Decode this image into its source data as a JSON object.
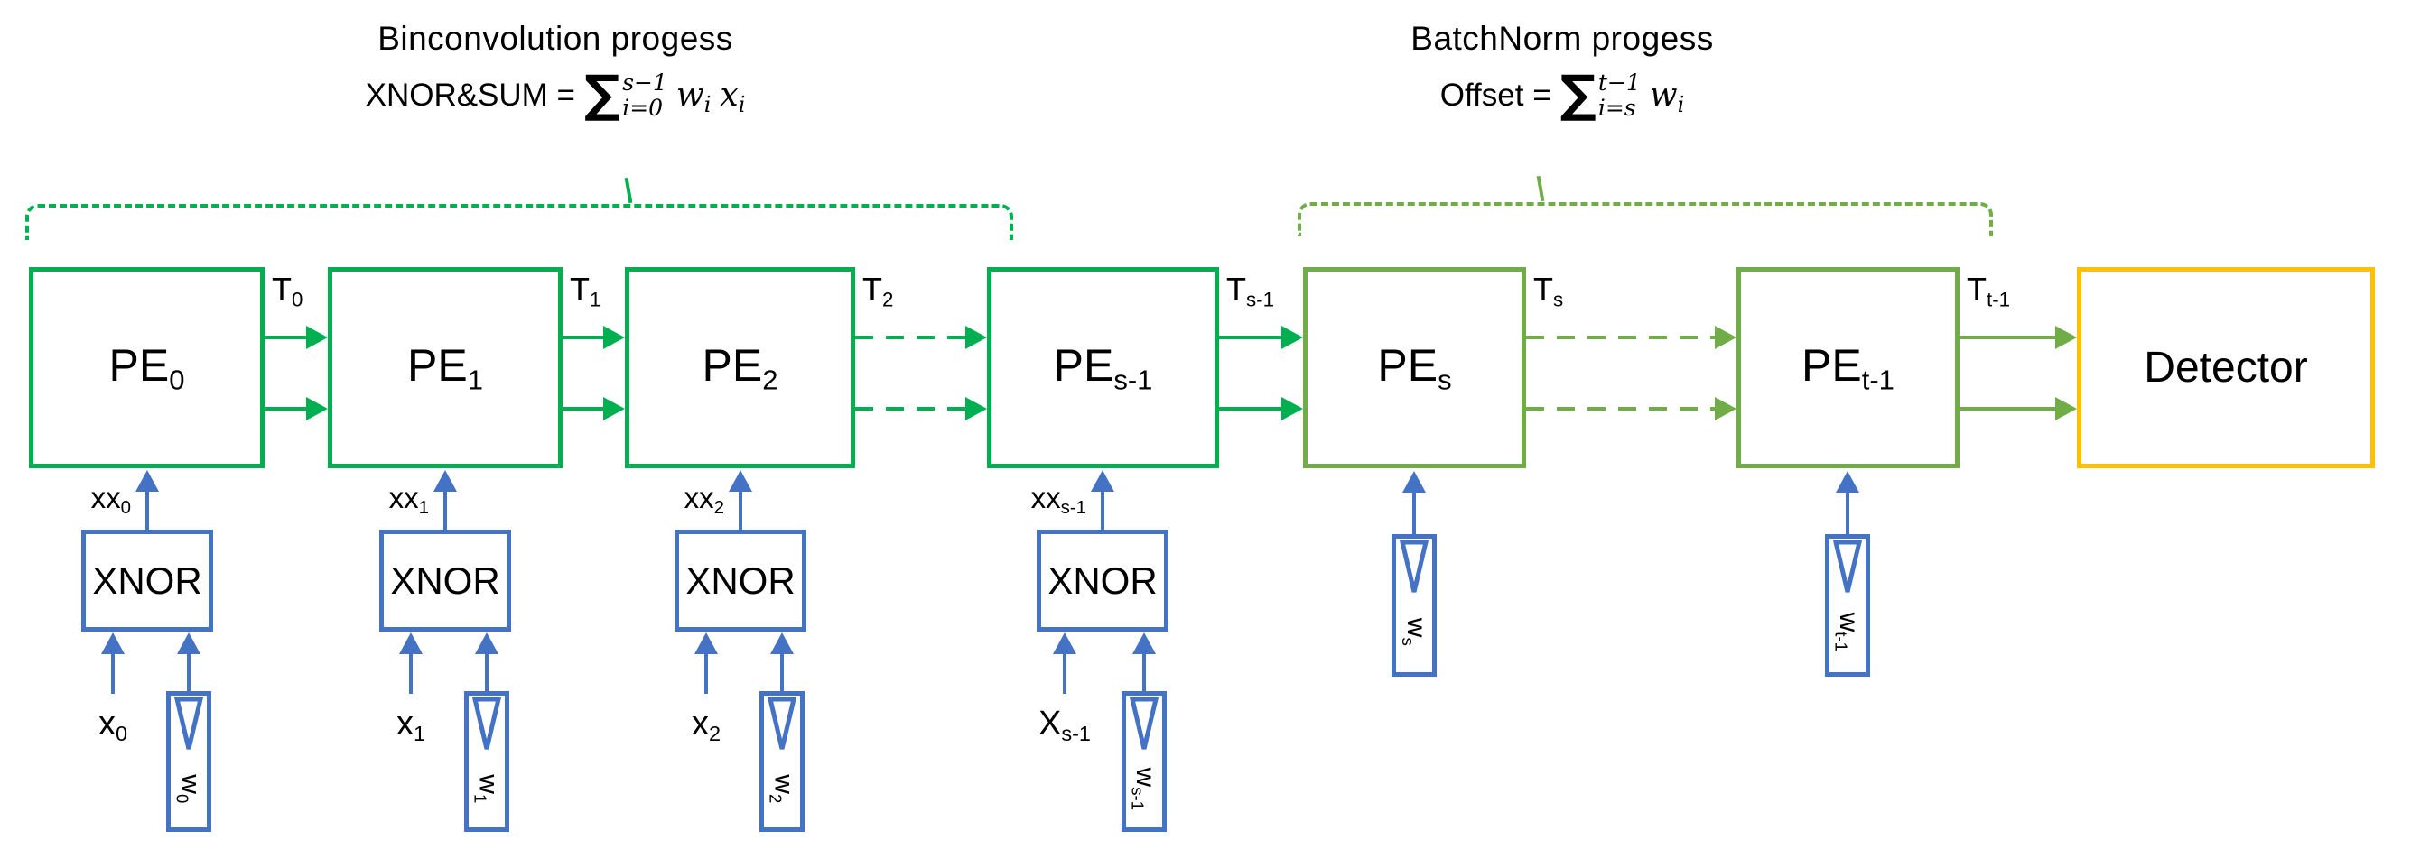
{
  "colors": {
    "pe_green": "#00B050",
    "batchnorm_olive": "#70AD47",
    "xnor_blue": "#4472C4",
    "detector_orange": "#FFC000"
  },
  "headers": {
    "binconv": {
      "title": "Binconvolution progess",
      "lhs": "XNOR&SUM =",
      "sum": "∑",
      "sup": "s−1",
      "sub": "i=0",
      "v1": "w",
      "s1": "i",
      "v2": "x",
      "s2": "i"
    },
    "batchnorm": {
      "title": "BatchNorm progess",
      "lhs": "Offset =",
      "sum": "∑",
      "sup": "t−1",
      "sub": "i=s",
      "v1": "w",
      "s1": "i"
    }
  },
  "stages": [
    {
      "pe_base": "PE",
      "pe_sub": "0",
      "t_base": "T",
      "t_sub": "0",
      "xnor": "XNOR",
      "xx_base": "xx",
      "xx_sub": "0",
      "x_base": "x",
      "x_sub": "0",
      "w_base": "w",
      "w_sub": "0"
    },
    {
      "pe_base": "PE",
      "pe_sub": "1",
      "t_base": "T",
      "t_sub": "1",
      "xnor": "XNOR",
      "xx_base": "xx",
      "xx_sub": "1",
      "x_base": "x",
      "x_sub": "1",
      "w_base": "w",
      "w_sub": "1"
    },
    {
      "pe_base": "PE",
      "pe_sub": "2",
      "t_base": "T",
      "t_sub": "2",
      "xnor": "XNOR",
      "xx_base": "xx",
      "xx_sub": "2",
      "x_base": "x",
      "x_sub": "2",
      "w_base": "w",
      "w_sub": "2"
    },
    {
      "pe_base": "PE",
      "pe_sub": "s-1",
      "t_base": "T",
      "t_sub": "s-1",
      "xnor": "XNOR",
      "xx_base": "xx",
      "xx_sub": "s-1",
      "x_base": "X",
      "x_sub": "s-1",
      "w_base": "w",
      "w_sub": "s-1"
    },
    {
      "pe_base": "PE",
      "pe_sub": "s",
      "t_base": "T",
      "t_sub": "s",
      "w_base": "w",
      "w_sub": "s"
    },
    {
      "pe_base": "PE",
      "pe_sub": "t-1",
      "t_base": "T",
      "t_sub": "t-1",
      "w_base": "w",
      "w_sub": "t-1"
    }
  ],
  "detector": {
    "label": "Detector"
  }
}
